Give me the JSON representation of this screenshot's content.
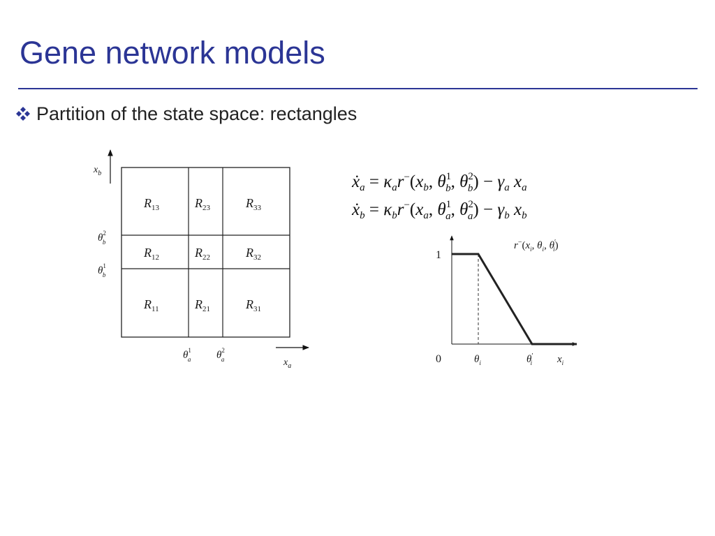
{
  "slide": {
    "title": "Gene network models",
    "bullet_text": "Partition of the state space: rectangles",
    "bullet_icon": "diamond-four-bullet-icon",
    "accent_color": "#2b3595"
  },
  "partition_diagram": {
    "x_axis_label": "x_a",
    "y_axis_label": "x_b",
    "x_thresholds": [
      {
        "symbol": "θ",
        "sub": "a",
        "sup": "1"
      },
      {
        "symbol": "θ",
        "sub": "a",
        "sup": "2"
      }
    ],
    "y_thresholds": [
      {
        "symbol": "θ",
        "sub": "b",
        "sup": "2"
      },
      {
        "symbol": "θ",
        "sub": "b",
        "sup": "1"
      }
    ],
    "regions": [
      {
        "name": "R",
        "index": "13"
      },
      {
        "name": "R",
        "index": "23"
      },
      {
        "name": "R",
        "index": "33"
      },
      {
        "name": "R",
        "index": "12"
      },
      {
        "name": "R",
        "index": "22"
      },
      {
        "name": "R",
        "index": "32"
      },
      {
        "name": "R",
        "index": "11"
      },
      {
        "name": "R",
        "index": "21"
      },
      {
        "name": "R",
        "index": "31"
      }
    ]
  },
  "equations": [
    "ẋₐ = κₐ r⁻(x_b, θ_b¹, θ_b²) − γₐ xₐ",
    "ẋ_b = κ_b r⁻(xₐ, θₐ¹, θₐ²) − γ_b x_b"
  ],
  "ramp_function": {
    "label": "r⁻(xᵢ, θᵢ, θ′ᵢ)",
    "y_tick_high": "1",
    "origin_label": "0",
    "x_labels": [
      "θᵢ",
      "θ′ᵢ",
      "xᵢ"
    ]
  }
}
